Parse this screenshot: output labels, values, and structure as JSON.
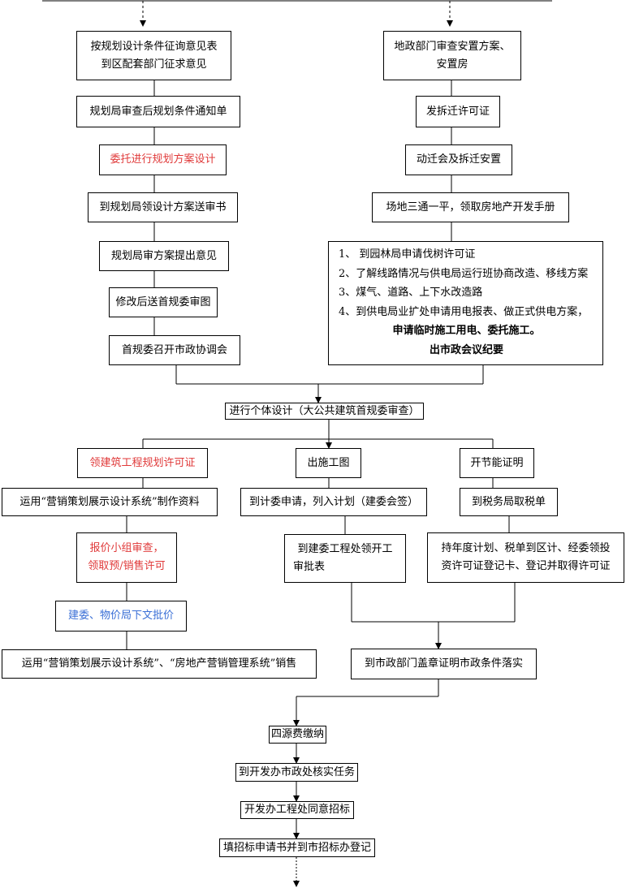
{
  "left_column": {
    "step1": [
      "按规划设计条件征询意见表",
      "到区配套部门征求意见"
    ],
    "step2": "规划局审查后规划条件通知单",
    "step3": "委托进行规划方案设计",
    "step4": "到规划局领设计方案送审书",
    "step5": "规划局审方案提出意见",
    "step6": "修改后送首规委审图",
    "step7": "首规委召开市政协调会"
  },
  "right_column": {
    "step1": [
      "地政部门审查安置方案、",
      "安置房"
    ],
    "step2": "发拆迁许可证",
    "step3": "动迁会及拆迁安置",
    "step4": "场地三通一平，领取房地产开发手册",
    "list": [
      "1、  到园林局申请伐树许可证",
      "2、了解线路情况与供电局运行班协商改造、移线方案",
      "3、煤气、道路、上下水改造路",
      "4、到供电局业扩处申请用电报表、做正式供电方案，"
    ],
    "list_bold": [
      "申请临时施工用电、委托施工。",
      "出市政会议纪要"
    ]
  },
  "merge_step": "进行个体设计（大公共建筑首规委审查）",
  "branch_a": {
    "head": "领建筑工程规划许可证",
    "s1": "运用“营销策划展示设计系统”制作资料",
    "s2": [
      "报价小组审查，",
      "领取预/销售许可"
    ],
    "s3": "建委、物价局下文批价",
    "s4": "运用“营销策划展示设计系统”、“房地产营销管理系统”销售"
  },
  "branch_b": {
    "head": "出施工图",
    "s1": "到计委申请，列入计划（建委会签）",
    "s2": [
      "到建委工程处领开工",
      "审批表"
    ]
  },
  "branch_c": {
    "head": "开节能证明",
    "s1": "到税务局取税单",
    "s2": [
      "持年度计划、税单到区计、经委领投",
      "资许可证登记卡、登记并取得许可证"
    ]
  },
  "merge_bc": "到市政部门盖章证明市政条件落实",
  "final_steps": [
    "四源费缴纳",
    "到开发办市政处核实任务",
    "开发办工程处同意招标",
    "填招标申请书并到市招标办登记"
  ],
  "colors": {
    "red": "#e03a3a",
    "blue": "#3a6fd6",
    "line": "#000000"
  }
}
